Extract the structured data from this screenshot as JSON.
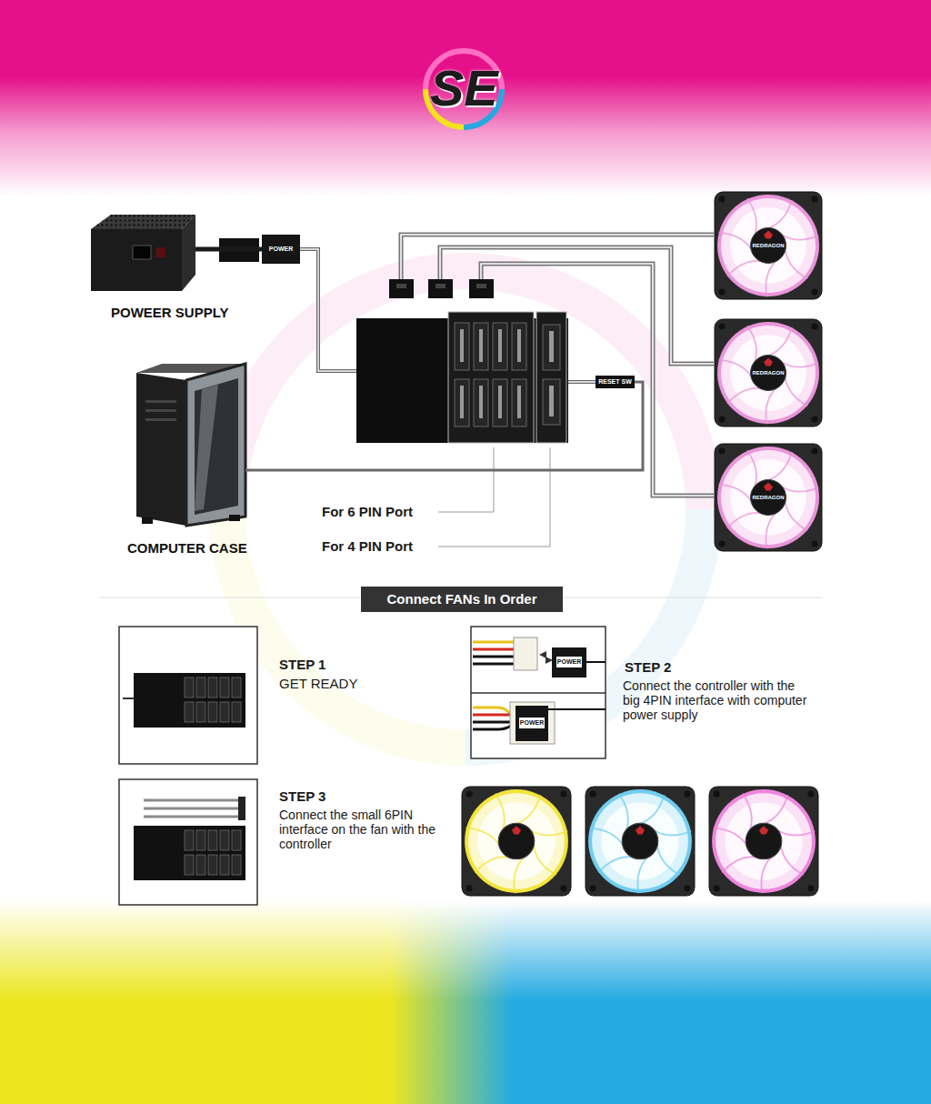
{
  "diagram": {
    "nodes": [
      {
        "text": [
          "POWEER SUPPLY"
        ]
      },
      {
        "text": [
          "POWER"
        ]
      },
      {
        "text": [
          "COMPUTER CASE"
        ]
      },
      {
        "text": [
          "RESET SW"
        ]
      },
      {
        "text": [
          "REDRAGON"
        ]
      },
      {
        "text": [
          "REDRAGON"
        ]
      },
      {
        "text": [
          "REDRAGON"
        ]
      },
      {
        "text": [
          "Connect FANs In Order"
        ]
      }
    ],
    "edges": [
      {
        "from": 0,
        "to": 1,
        "arrow": "none"
      },
      {
        "from": 2,
        "to": 3,
        "arrow": "none"
      }
    ],
    "labels": [
      "SE",
      "For 6 PIN Port",
      "For 4 PIN Port",
      "STEP 1",
      "GET READY",
      "STEP 2",
      "Connect the controller with the big 4PIN interface with computer power supply",
      "POWER",
      "POWER",
      "STEP 3",
      "Connect the small 6PIN interface on the fan with the controller"
    ]
  }
}
